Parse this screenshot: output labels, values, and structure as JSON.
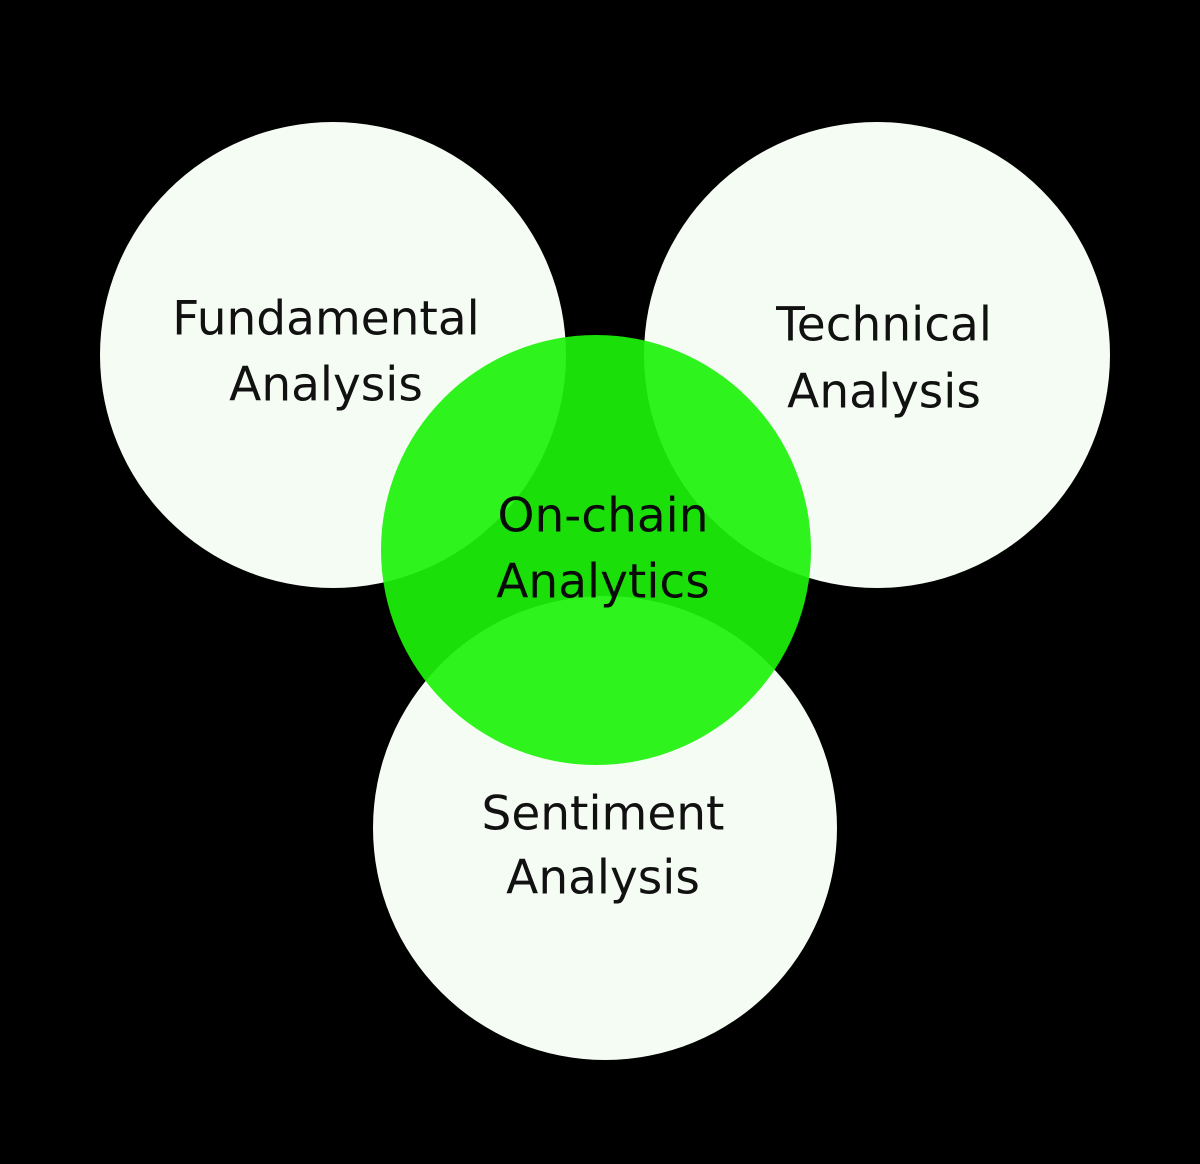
{
  "colors": {
    "background": "#000000",
    "outer_circle_fill": "#f5fcf3",
    "center_circle_fill": "#1cf20a",
    "center_circle_opacity": 0.92,
    "text": "#111111"
  },
  "diagram": {
    "circles": [
      {
        "id": "fundamental",
        "lines": [
          "Fundamental",
          "Analysis"
        ]
      },
      {
        "id": "technical",
        "lines": [
          "Technical",
          "Analysis"
        ]
      },
      {
        "id": "sentiment",
        "lines": [
          "Sentiment",
          "Analysis"
        ]
      },
      {
        "id": "onchain",
        "lines": [
          "On-chain",
          "Analytics"
        ]
      }
    ]
  }
}
